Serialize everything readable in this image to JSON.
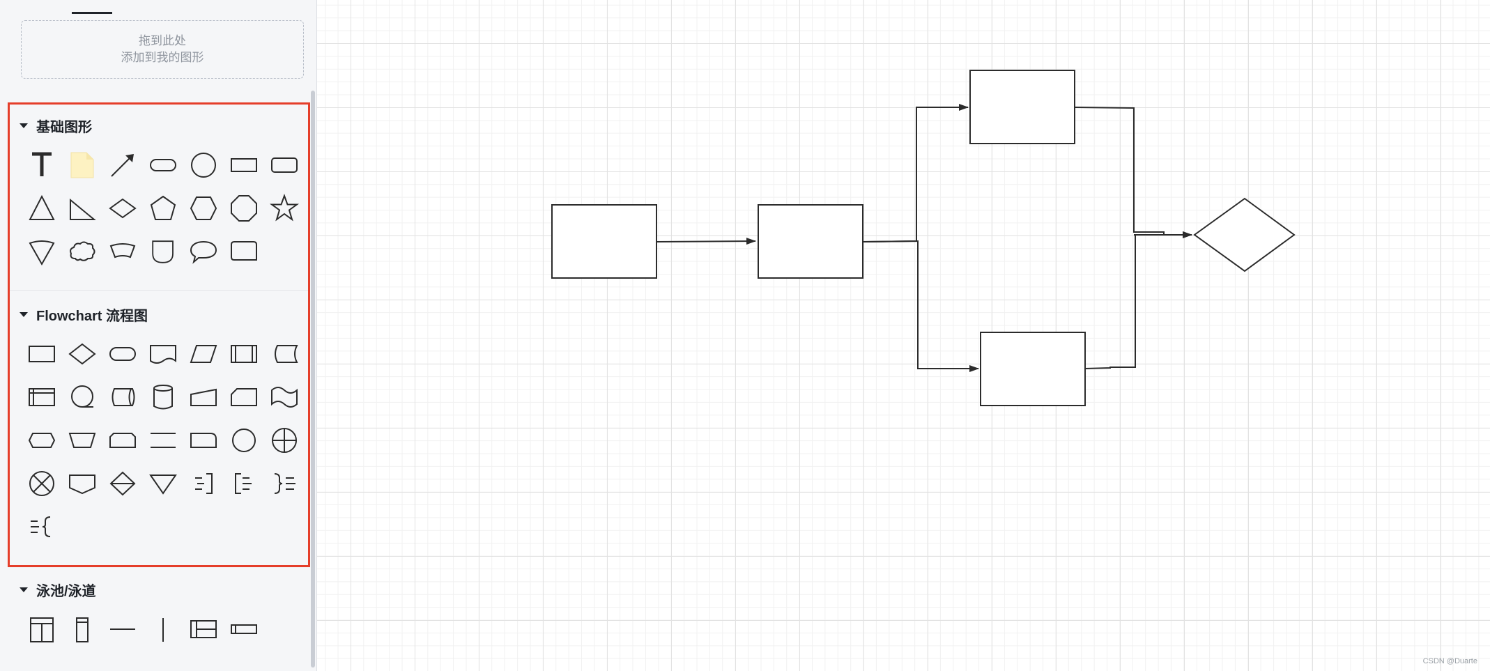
{
  "sidebar": {
    "dropzone": {
      "line1": "拖到此处",
      "line2": "添加到我的图形"
    },
    "sections": [
      {
        "title": "基础图形"
      },
      {
        "title": "Flowchart 流程图"
      },
      {
        "title": "泳池/泳道"
      }
    ],
    "shape_groups": {
      "basic": [
        "text",
        "note",
        "arrow",
        "rounded-rectangle",
        "circle",
        "rectangle",
        "rounded-rectangle-2",
        "triangle",
        "right-triangle",
        "diamond",
        "pentagon",
        "hexagon",
        "octagon",
        "star",
        "inverted-cone",
        "cloud",
        "trapezoid-arc",
        "leaf",
        "speech-bubble",
        "folded-card"
      ],
      "flowchart": [
        "process",
        "decision",
        "terminator",
        "document",
        "data",
        "predefined-process",
        "stored-data",
        "internal-storage",
        "sequential-data",
        "direct-data",
        "database",
        "manual-input",
        "card",
        "paper-tape",
        "preparation",
        "manual-operation",
        "loop-limit",
        "parallel-mode",
        "delay",
        "connector",
        "summing-junction",
        "or-gate",
        "off-page-connector",
        "collate",
        "merge",
        "annotation-right",
        "annotation-left",
        "braces-left",
        "braces-right"
      ],
      "swimlane": [
        "pool-vertical",
        "lane-vertical",
        "separator-horizontal",
        "separator-vertical",
        "pool-horizontal",
        "lane-horizontal"
      ]
    }
  },
  "colors": {
    "highlight": "#e53e2a",
    "stroke": "#2b2b2b",
    "note_fill": "#fdf2c2"
  },
  "watermark": "CSDN @Duarte"
}
